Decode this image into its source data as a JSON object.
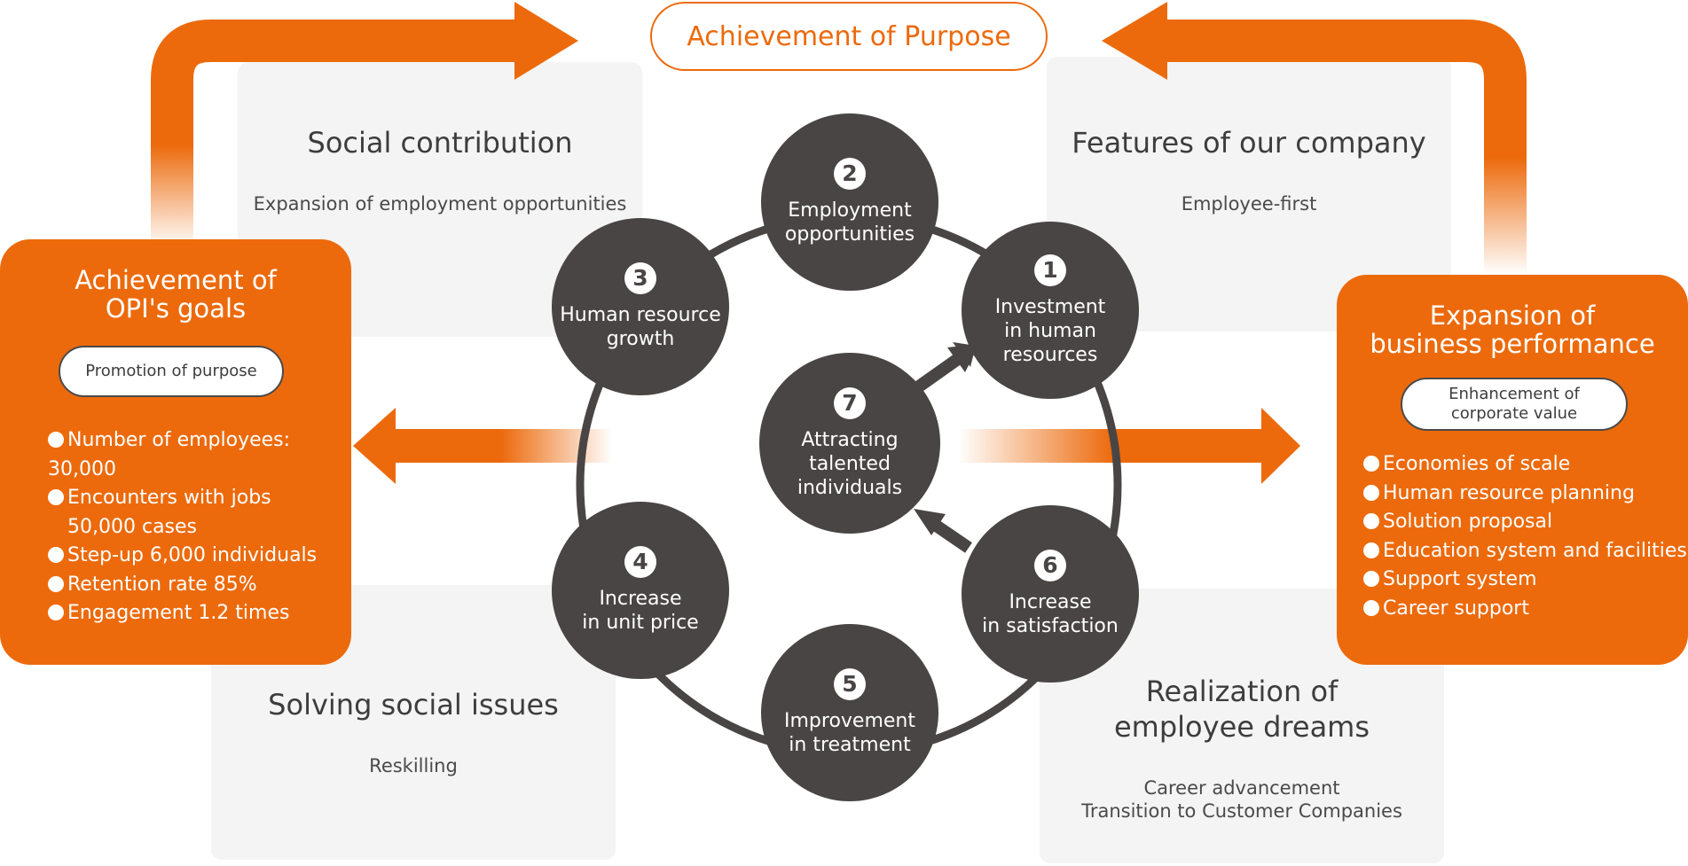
{
  "purpose": "Achievement of Purpose",
  "quadrants": {
    "social_contribution": {
      "title": "Social contribution",
      "subtitle": "Expansion of employment opportunities"
    },
    "company_features": {
      "title": "Features of our company",
      "subtitle": "Employee-first"
    },
    "social_issues": {
      "title": "Solving social issues",
      "subtitle": "Reskilling"
    },
    "employee_dreams": {
      "title": "Realization of\nemployee dreams",
      "subtitle": "Career advancement\nTransition to Customer Companies"
    }
  },
  "left_panel": {
    "title": "Achievement of\nOPI's goals",
    "pill": "Promotion of purpose",
    "items": [
      "Number of employees:",
      "30,000",
      "Encounters with jobs",
      "50,000 cases",
      "Step-up 6,000 individuals",
      "Retention rate 85%",
      "Engagement 1.2 times"
    ]
  },
  "right_panel": {
    "title": "Expansion of\nbusiness performance",
    "pill": "Enhancement of\ncorporate value",
    "items": [
      "Economies of scale",
      "Human resource planning",
      "Solution proposal",
      "Education system and facilities",
      "Support system",
      "Career support"
    ]
  },
  "cycle": [
    {
      "num": "1",
      "label": "Investment\nin human\nresources"
    },
    {
      "num": "2",
      "label": "Employment\nopportunities"
    },
    {
      "num": "3",
      "label": "Human resource\ngrowth"
    },
    {
      "num": "4",
      "label": "Increase\nin unit price"
    },
    {
      "num": "5",
      "label": "Improvement\nin treatment"
    },
    {
      "num": "6",
      "label": "Increase\nin satisfaction"
    },
    {
      "num": "7",
      "label": "Attracting\ntalented\nindividuals"
    }
  ],
  "colors": {
    "accent": "#ec6a0c",
    "node": "#4a4545",
    "panel_bg": "#f4f4f4"
  },
  "icons": {
    "list_bullet": "white-circle-bullet",
    "direction": "arrow-icon"
  }
}
